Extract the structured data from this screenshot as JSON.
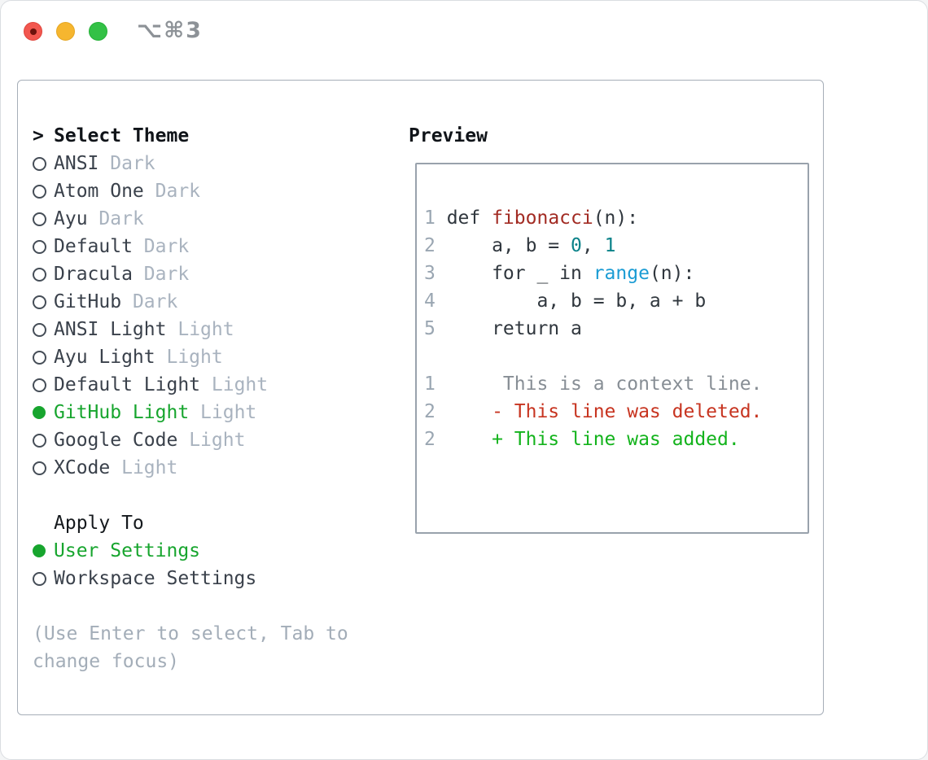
{
  "window": {
    "title": "⌥⌘3"
  },
  "colors": {
    "accent_green": "#17a52e",
    "diff_added": "#13b31c",
    "diff_deleted": "#c73420",
    "diff_context": "#878e95",
    "code_function": "#a22b23",
    "code_number": "#0a8289",
    "code_builtin": "#1b9cd4",
    "traffic_red": "#f2574f",
    "traffic_yellow": "#f6b62f",
    "traffic_green": "#33c146"
  },
  "theme_panel": {
    "prompt": ">",
    "header": "Select Theme",
    "themes": [
      {
        "name": "ANSI",
        "tag": "Dark",
        "selected": false
      },
      {
        "name": "Atom One",
        "tag": "Dark",
        "selected": false
      },
      {
        "name": "Ayu",
        "tag": "Dark",
        "selected": false
      },
      {
        "name": "Default",
        "tag": "Dark",
        "selected": false
      },
      {
        "name": "Dracula",
        "tag": "Dark",
        "selected": false
      },
      {
        "name": "GitHub",
        "tag": "Dark",
        "selected": false
      },
      {
        "name": "ANSI Light",
        "tag": "Light",
        "selected": false
      },
      {
        "name": "Ayu Light",
        "tag": "Light",
        "selected": false
      },
      {
        "name": "Default Light",
        "tag": "Light",
        "selected": false
      },
      {
        "name": "GitHub Light",
        "tag": "Light",
        "selected": true
      },
      {
        "name": "Google Code",
        "tag": "Light",
        "selected": false
      },
      {
        "name": "XCode",
        "tag": "Light",
        "selected": false
      }
    ],
    "apply_to": {
      "label": "Apply To",
      "options": [
        {
          "label": "User Settings",
          "selected": true
        },
        {
          "label": "Workspace Settings",
          "selected": false
        }
      ]
    },
    "hint_line1": "(Use Enter to select, Tab to",
    "hint_line2": "change focus)"
  },
  "preview": {
    "label": "Preview",
    "code_lines": [
      {
        "num": "1",
        "tokens": [
          {
            "text": "def ",
            "style": "plain"
          },
          {
            "text": "fibonacci",
            "style": "function"
          },
          {
            "text": "(n):",
            "style": "plain"
          }
        ]
      },
      {
        "num": "2",
        "tokens": [
          {
            "text": "    a, b = ",
            "style": "plain"
          },
          {
            "text": "0",
            "style": "number"
          },
          {
            "text": ", ",
            "style": "plain"
          },
          {
            "text": "1",
            "style": "number"
          }
        ]
      },
      {
        "num": "3",
        "tokens": [
          {
            "text": "    for _ in ",
            "style": "plain"
          },
          {
            "text": "range",
            "style": "builtin"
          },
          {
            "text": "(n):",
            "style": "plain"
          }
        ]
      },
      {
        "num": "4",
        "tokens": [
          {
            "text": "        a, b = b, a + b",
            "style": "plain"
          }
        ]
      },
      {
        "num": "5",
        "tokens": [
          {
            "text": "    return a",
            "style": "plain"
          }
        ]
      }
    ],
    "diff_lines": [
      {
        "num": "1",
        "text": "     This is a context line.",
        "style": "context"
      },
      {
        "num": "2",
        "text": "    - This line was deleted.",
        "style": "deleted"
      },
      {
        "num": "2",
        "text": "    + This line was added.",
        "style": "added"
      }
    ]
  }
}
